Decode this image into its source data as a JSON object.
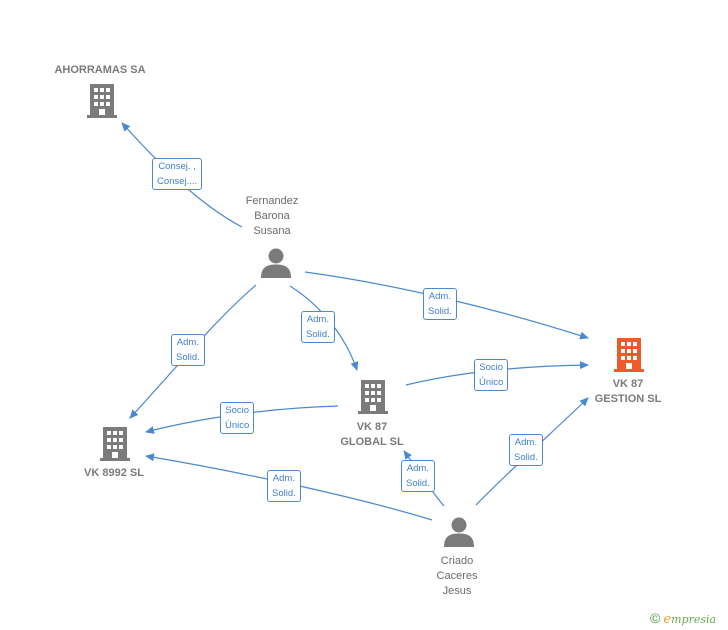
{
  "colors": {
    "edge": "#4a89d0",
    "node": "#7b7b7b",
    "main_node": "#f05a28"
  },
  "nodes": {
    "ahorramas": {
      "label_lines": [
        "AHORRAMAS SA"
      ],
      "icon": "building-icon"
    },
    "fernandez": {
      "label_lines": [
        "Fernandez",
        "Barona",
        "Susana"
      ],
      "icon": "person-icon"
    },
    "vk87_gestion": {
      "label_lines": [
        "VK 87",
        "GESTION  SL"
      ],
      "icon": "building-icon"
    },
    "vk87_global": {
      "label_lines": [
        "VK 87",
        "GLOBAL  SL"
      ],
      "icon": "building-icon"
    },
    "vk8992": {
      "label_lines": [
        "VK 8992  SL"
      ],
      "icon": "building-icon"
    },
    "criado": {
      "label_lines": [
        "Criado",
        "Caceres",
        "Jesus"
      ],
      "icon": "person-icon"
    }
  },
  "edges": {
    "fernandez_ahorramas": [
      "Consej. ,",
      "Consej...."
    ],
    "fernandez_gestion": [
      "Adm.",
      "Solid."
    ],
    "fernandez_global": [
      "Adm.",
      "Solid."
    ],
    "fernandez_vk8992": [
      "Adm.",
      "Solid."
    ],
    "global_gestion": [
      "Socio",
      "Único"
    ],
    "global_vk8992": [
      "Socio",
      "Único"
    ],
    "criado_vk8992": [
      "Adm.",
      "Solid."
    ],
    "criado_global": [
      "Adm.",
      "Solid."
    ],
    "criado_gestion": [
      "Adm.",
      "Solid."
    ]
  },
  "footer": {
    "copyright_symbol": "©",
    "brand_e": "e",
    "brand_rest": "mpresia"
  }
}
